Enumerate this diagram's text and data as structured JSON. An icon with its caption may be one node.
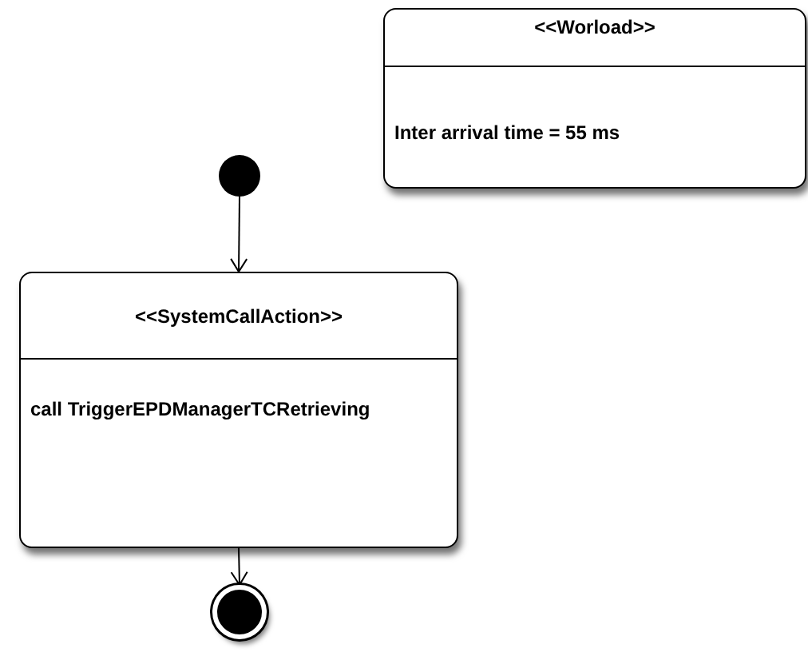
{
  "diagram": {
    "nodes": [
      {
        "text": [
          "<<Worload>>",
          "Inter arrival time = 55 ms"
        ]
      },
      {
        "text": [],
        "shape": "circle"
      },
      {
        "text": [
          "<<SystemCallAction>>",
          "call TriggerEPDManagerTCRetrieving"
        ]
      },
      {
        "text": [],
        "shape": "bullseye"
      }
    ],
    "edges": [
      {
        "from": 1,
        "to": 2,
        "arrow": "to"
      },
      {
        "from": 2,
        "to": 3,
        "arrow": "to"
      }
    ]
  }
}
